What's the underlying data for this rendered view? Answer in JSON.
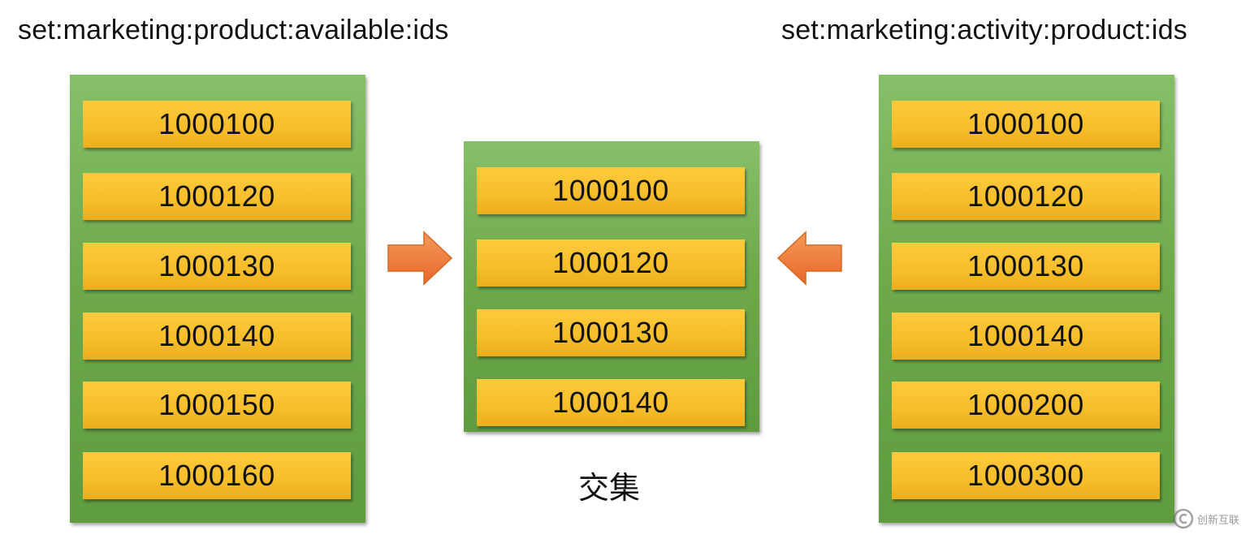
{
  "left_set": {
    "title": "set:marketing:product:available:ids",
    "items": [
      "1000100",
      "1000120",
      "1000130",
      "1000140",
      "1000150",
      "1000160"
    ]
  },
  "right_set": {
    "title": "set:marketing:activity:product:ids",
    "items": [
      "1000100",
      "1000120",
      "1000130",
      "1000140",
      "1000200",
      "1000300"
    ]
  },
  "intersection": {
    "caption": "交集",
    "items": [
      "1000100",
      "1000120",
      "1000130",
      "1000140"
    ]
  },
  "colors": {
    "set_box": "#6eaa4c",
    "item": "#f7bd2a",
    "arrow": "#ee7a3a"
  },
  "watermark": {
    "text": "创新互联",
    "icon": "logo-c-icon"
  }
}
